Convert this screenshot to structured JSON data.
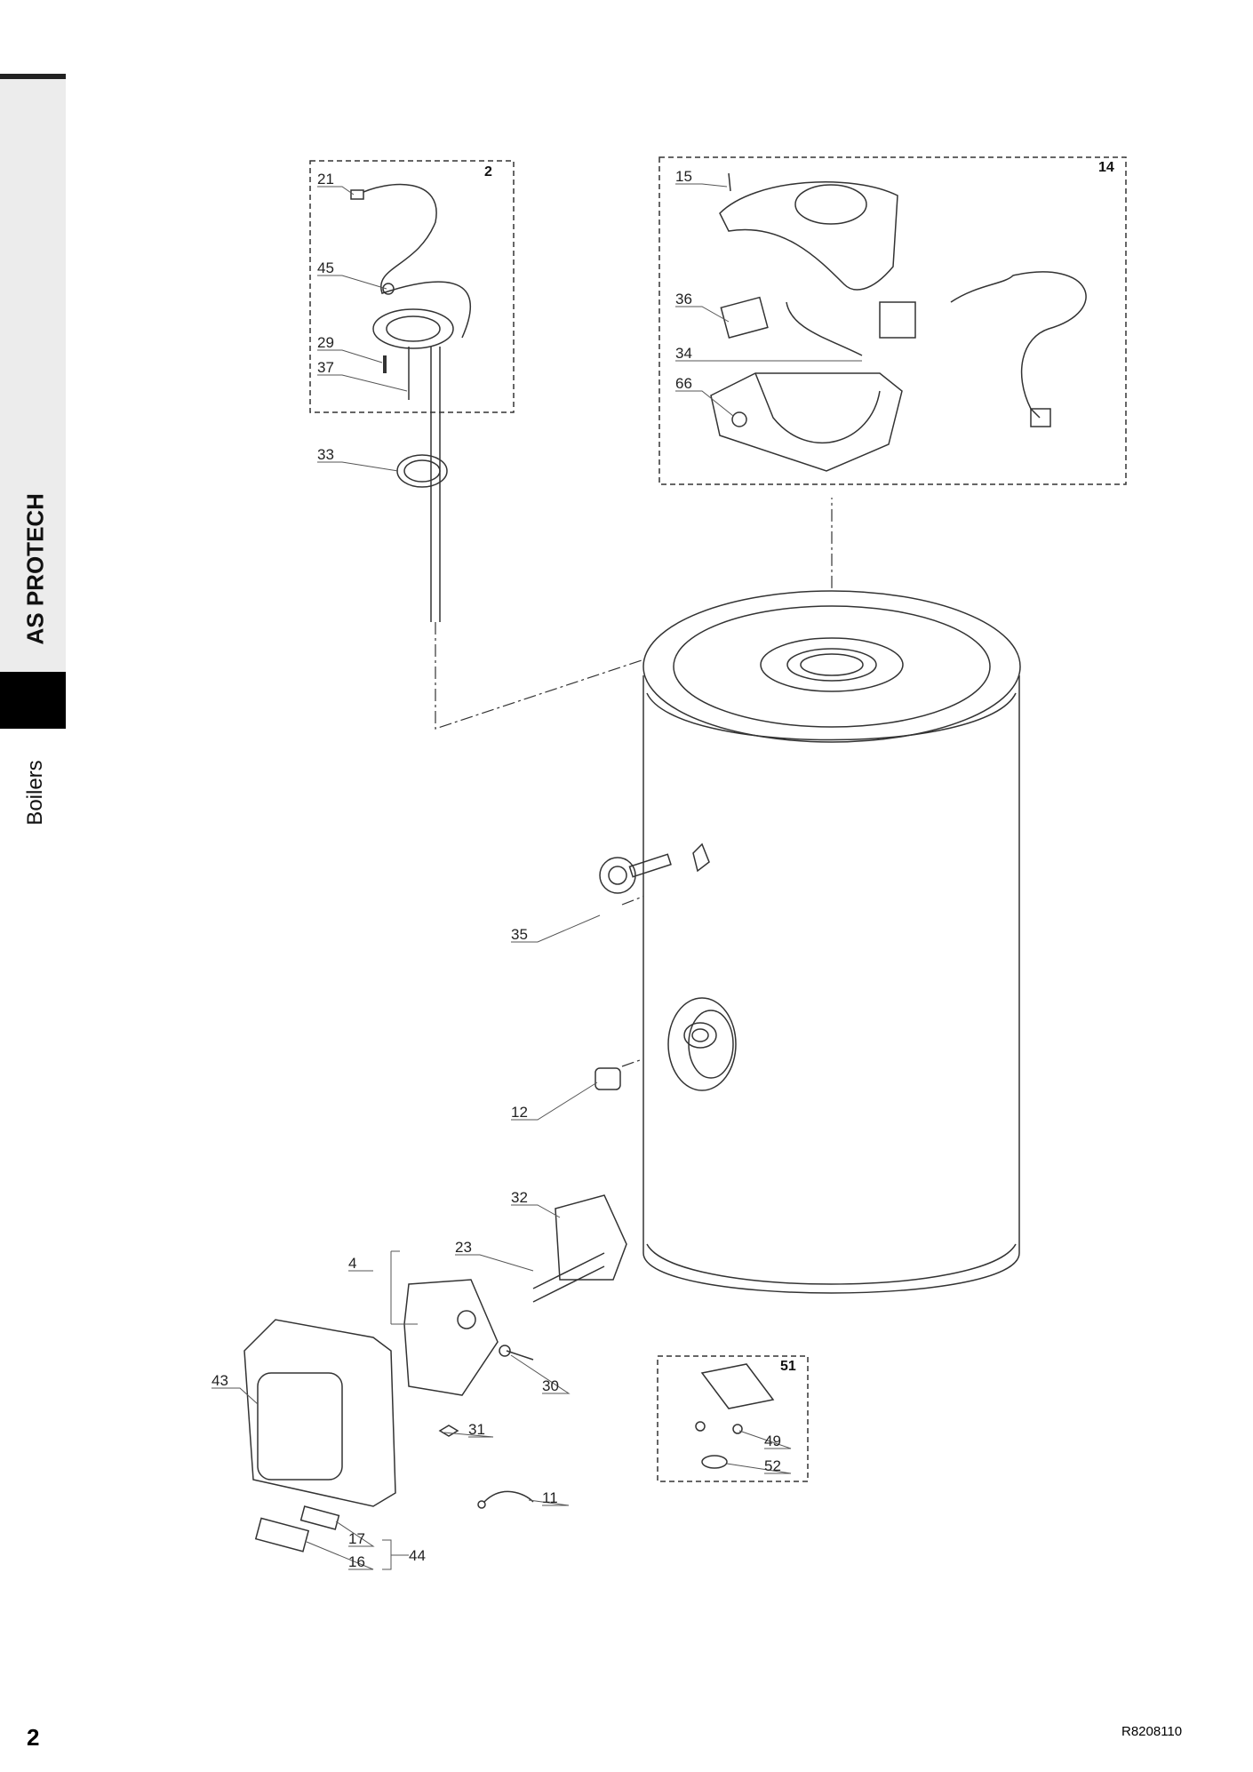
{
  "sidebar": {
    "brand": "AS PROTECH",
    "section": "Boilers"
  },
  "footer": {
    "page_number": "2",
    "doc_ref": "R8208110"
  },
  "groups": {
    "g2": "2",
    "g14": "14",
    "g51": "51"
  },
  "parts": {
    "p21": "21",
    "p45": "45",
    "p29": "29",
    "p37": "37",
    "p33": "33",
    "p15": "15",
    "p36": "36",
    "p34": "34",
    "p66": "66",
    "p35": "35",
    "p12": "12",
    "p32": "32",
    "p23": "23",
    "p4": "4",
    "p43": "43",
    "p30": "30",
    "p31": "31",
    "p49": "49",
    "p52": "52",
    "p11": "11",
    "p17": "17",
    "p16": "16",
    "p44": "44"
  }
}
